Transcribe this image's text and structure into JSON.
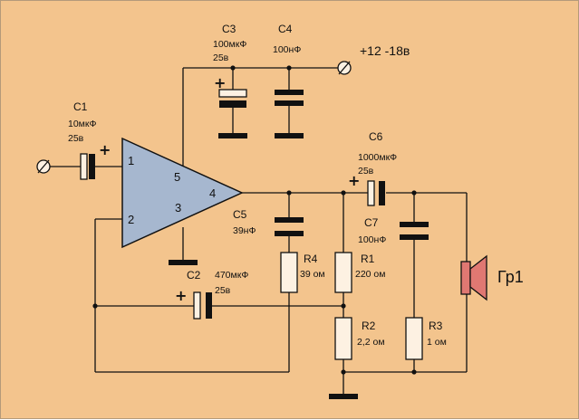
{
  "colors": {
    "background": "#f3c48d",
    "opamp": "#a6b7cf",
    "wire": "#111111",
    "resistor": "#fdf1e2",
    "speaker": "#e07872"
  },
  "opamp": {
    "pins": [
      "1",
      "2",
      "3",
      "4",
      "5"
    ]
  },
  "power": {
    "label": "+12 -18в"
  },
  "capacitors": {
    "c1": {
      "name": "C1",
      "value": "10мкФ",
      "voltage": "25в"
    },
    "c2": {
      "name": "C2",
      "value": "470мкФ",
      "voltage": "25в"
    },
    "c3": {
      "name": "C3",
      "value": "100мкФ",
      "voltage": "25в"
    },
    "c4": {
      "name": "C4",
      "value": "100нФ"
    },
    "c5": {
      "name": "C5",
      "value": "39нФ"
    },
    "c6": {
      "name": "C6",
      "value": "1000мкФ",
      "voltage": "25в"
    },
    "c7": {
      "name": "C7",
      "value": "100нФ"
    }
  },
  "resistors": {
    "r1": {
      "name": "R1",
      "value": "220 ом"
    },
    "r2": {
      "name": "R2",
      "value": "2,2 ом"
    },
    "r3": {
      "name": "R3",
      "value": "1 ом"
    },
    "r4": {
      "name": "R4",
      "value": "39 ом"
    }
  },
  "speaker": {
    "name": "Гр1"
  },
  "polarity_mark": "+"
}
